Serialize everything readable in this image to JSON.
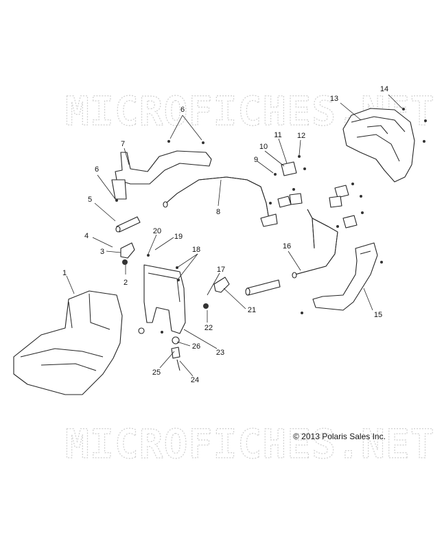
{
  "watermark": "MICROFICHES.NET",
  "copyright": "© 2013 Polaris Sales Inc.",
  "callouts": [
    "1",
    "2",
    "3",
    "4",
    "5",
    "6",
    "6",
    "7",
    "8",
    "9",
    "10",
    "11",
    "12",
    "13",
    "14",
    "15",
    "16",
    "17",
    "18",
    "19",
    "20",
    "21",
    "22",
    "23",
    "24",
    "25",
    "26"
  ]
}
